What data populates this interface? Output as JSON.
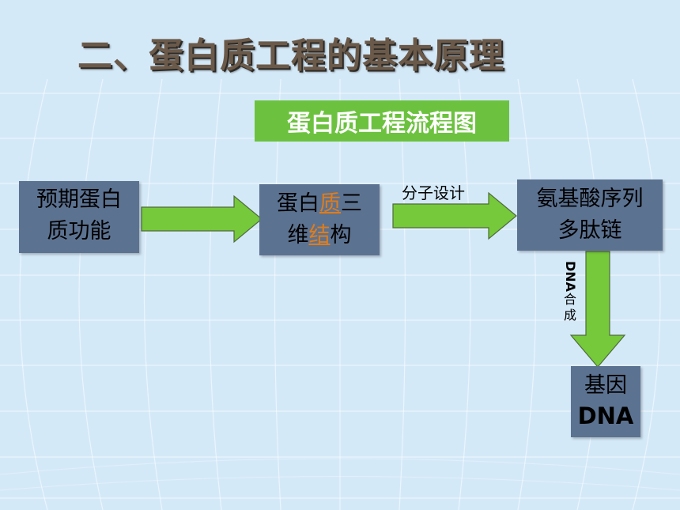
{
  "slide": {
    "title": "二、蛋白质工程的基本原理",
    "flow_title": "蛋白质工程流程图"
  },
  "boxes": {
    "expected": {
      "line1": "预期蛋白",
      "line2": "质功能"
    },
    "structure": {
      "part1": "蛋白",
      "hl1": "质",
      "part2": "三",
      "part3": "维",
      "hl2": "结",
      "part4": "构"
    },
    "sequence": {
      "line1": "氨基酸序列",
      "line2": "多肽链"
    },
    "gene": {
      "line1": "基因",
      "line2": "DNA"
    }
  },
  "labels": {
    "design": "分子设计",
    "dna_synthesis_en": "DNA",
    "dna_synthesis_zh1": "合",
    "dna_synthesis_zh2": "成"
  },
  "colors": {
    "background": "#d4e9f8",
    "box": "#5c7291",
    "arrow": "#76c93a",
    "flow_title_bg": "#6cc23f",
    "highlight": "#e07d1a",
    "title": "#6b5a4a"
  }
}
